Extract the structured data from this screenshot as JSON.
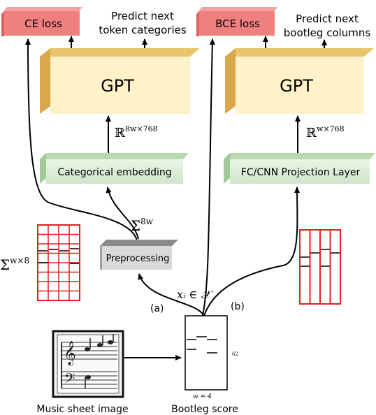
{
  "ce_loss": "CE loss",
  "bce_loss": "BCE loss",
  "predict_tokens": [
    "Predict next",
    "token categories"
  ],
  "predict_columns": [
    "Predict next",
    "bootleg columns"
  ],
  "gpt_left": "GPT",
  "gpt_right": "GPT",
  "dim_left": {
    "base": "ℝ",
    "sup": "8w×768"
  },
  "dim_right": {
    "base": "ℝ",
    "sup": "w×768"
  },
  "categorical_embedding": "Categorical embedding",
  "fc_cnn": "FC/CNN Projection Layer",
  "sigma_8w": {
    "base": "Σ",
    "sup": "8w"
  },
  "sigma_w8": {
    "base": "Σ",
    "sup": "w×8"
  },
  "preprocessing": "Preprocessing",
  "label_a": "(a)",
  "label_b": "(b)",
  "xi": "xᵢ ∈ 𝒳",
  "bootleg_caption": "Bootleg score",
  "bootleg_w": "w = 4",
  "bootleg_62": "62",
  "music_caption": "Music sheet image",
  "colors": {
    "loss_box": "#f08080",
    "gpt_box": "#fff2c8",
    "gpt_side": "#e0b050",
    "embed_box": "#d8ecd4",
    "preproc_box": "#d9d9d9",
    "grid_red": "#e02020"
  }
}
